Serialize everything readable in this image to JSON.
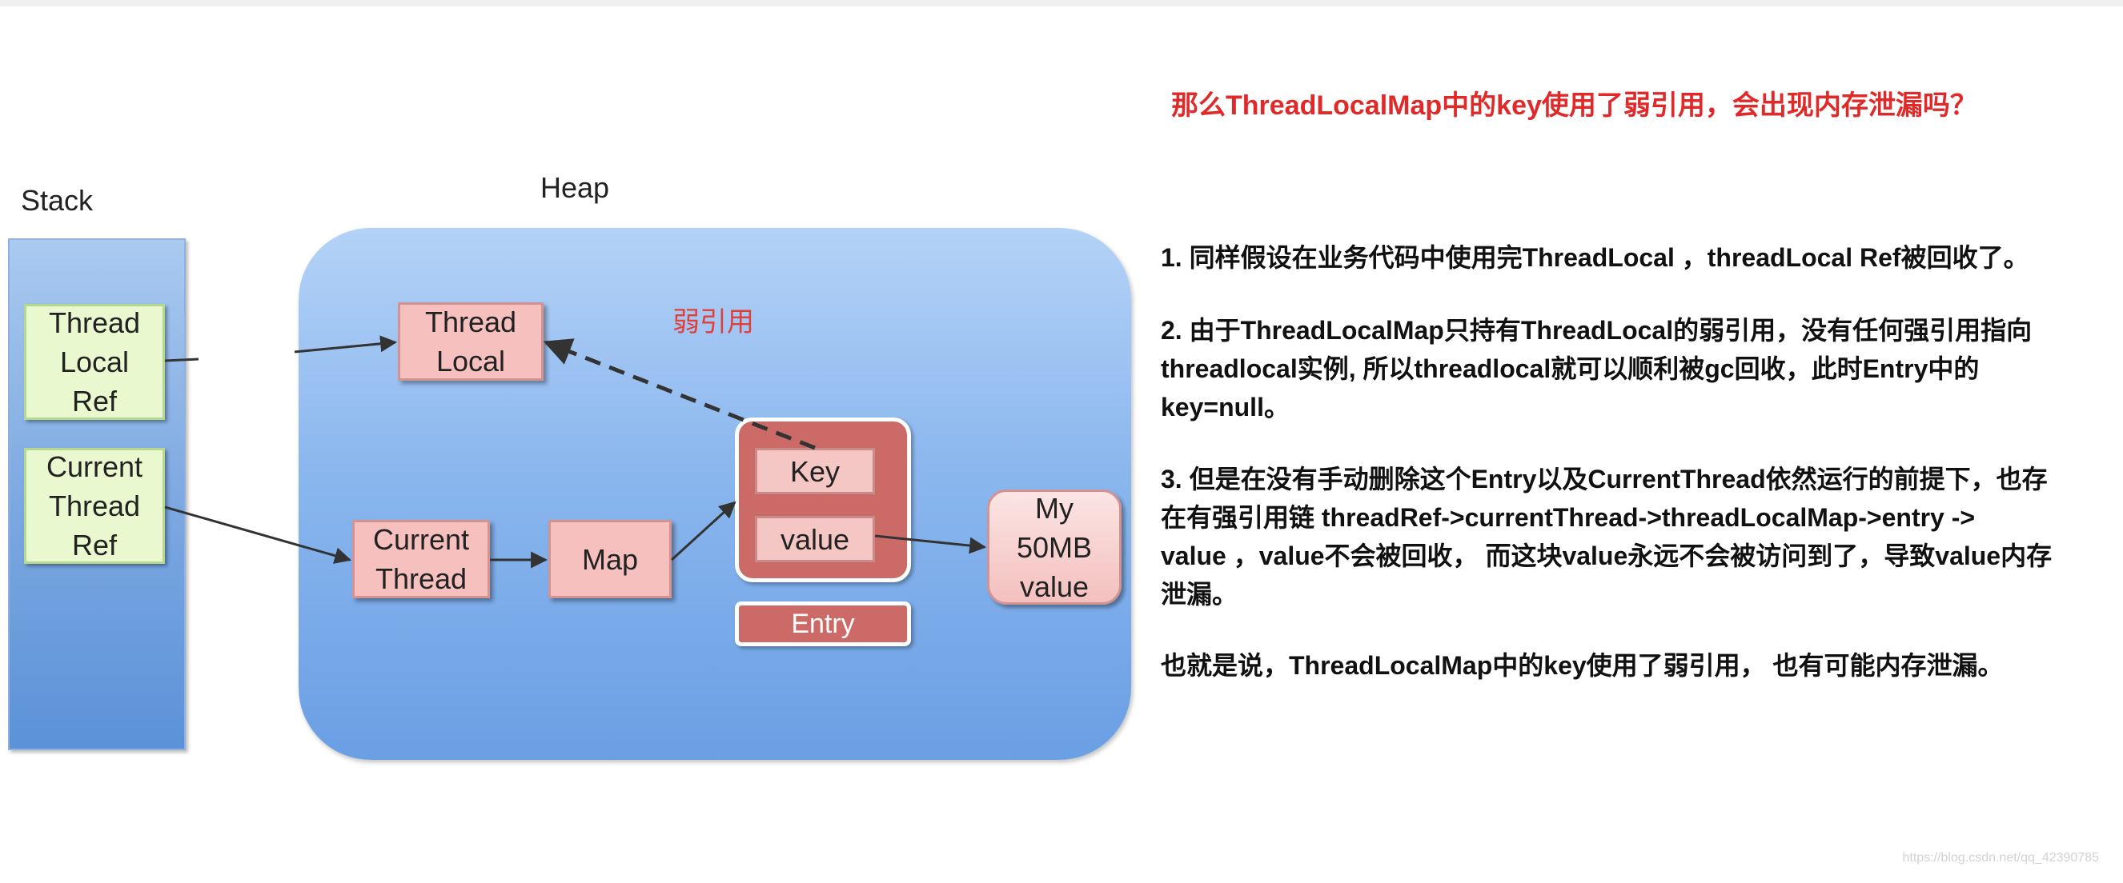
{
  "diagram": {
    "stack_label": "Stack",
    "heap_label": "Heap",
    "weak_ref_label": "弱引用",
    "stack_boxes": {
      "threadlocal_ref": [
        "Thread",
        "Local",
        "Ref"
      ],
      "current_thread_ref": [
        "Current",
        "Thread",
        "Ref"
      ]
    },
    "heap_boxes": {
      "threadlocal": [
        "Thread",
        "Local"
      ],
      "current_thread": [
        "Current",
        "Thread"
      ],
      "map": "Map",
      "key": "Key",
      "value": "value",
      "entry": "Entry",
      "my_value": [
        "My",
        "50MB",
        "value"
      ]
    }
  },
  "question": "那么ThreadLocalMap中的key使用了弱引用，会出现内存泄漏吗？",
  "paragraphs": {
    "p1": "1. 同样假设在业务代码中使用完ThreadLocal ，threadLocal Ref被回收了。",
    "p2": "2. 由于ThreadLocalMap只持有ThreadLocal的弱引用，没有任何强引用指向\nthreadlocal实例, 所以threadlocal就可以顺利被gc回收，此时Entry中的\nkey=null。",
    "p3": "3. 但是在没有手动删除这个Entry以及CurrentThread依然运行的前提下，也存\n在有强引用链 threadRef->currentThread->threadLocalMap->entry ->\nvalue ，value不会被回收， 而这块value永远不会被访问到了，导致value内存\n泄漏。",
    "p4": "也就是说，ThreadLocalMap中的key使用了弱引用， 也有可能内存泄漏。"
  },
  "watermark": "https://blog.csdn.net/qq_42390785",
  "colors": {
    "question": "#e02a2a",
    "weak_ref": "#e0403a",
    "entry": "#cc6a67",
    "stack_box": "#e9f8cf",
    "heap_box": "#f5c0bd",
    "heap_bg": "#8bb7ee"
  }
}
